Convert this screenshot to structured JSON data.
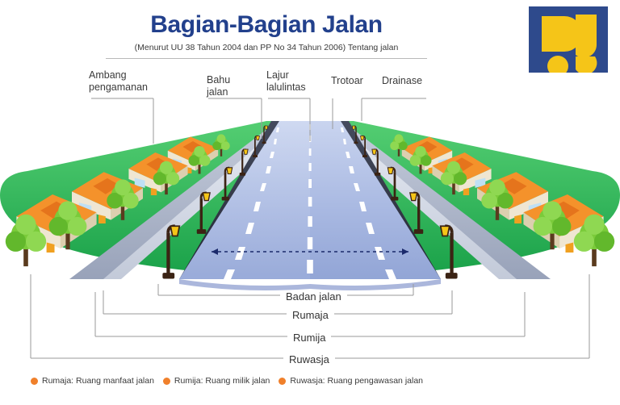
{
  "header": {
    "title": "Bagian-Bagian Jalan",
    "subtitle": "(Menurut UU 38 Tahun 2004 dan PP No 34 Tahun 2006) Tentang jalan",
    "title_color": "#22408C"
  },
  "logo": {
    "name": "bina-marga-logo",
    "background_color": "#2E4A8C",
    "mark_color": "#F5C518"
  },
  "callouts": [
    {
      "id": "ambang-pengamanan",
      "label": "Ambang\npengamanan"
    },
    {
      "id": "bahu-jalan",
      "label": "Bahu\njalan"
    },
    {
      "id": "lajur-lalulintas",
      "label": "Lajur\nlalulintas"
    },
    {
      "id": "trotoar",
      "label": "Trotoar"
    },
    {
      "id": "drainase",
      "label": "Drainase"
    }
  ],
  "brackets": [
    {
      "id": "badan-jalan",
      "label": "Badan jalan"
    },
    {
      "id": "rumaja",
      "label": "Rumaja"
    },
    {
      "id": "rumija",
      "label": "Rumija"
    },
    {
      "id": "ruwasja",
      "label": "Ruwasja"
    }
  ],
  "legend": {
    "bullet_color": "#F0802B",
    "items": [
      {
        "id": "rumaja",
        "text": "Rumaja: Ruang manfaat jalan"
      },
      {
        "id": "rumija",
        "text": "Rumija: Ruang milik jalan"
      },
      {
        "id": "ruwasja",
        "text": "Ruwasja: Ruang pengawasan jalan"
      }
    ]
  },
  "scene": {
    "colors": {
      "grass": "#3EBF63",
      "grass_dark": "#18A04A",
      "road_surface": "#A8B8E0",
      "road_surface_light": "#C2CEEC",
      "shoulder_dark": "#2A2E3C",
      "sidewalk": "#D8DDE9",
      "drainage": "#9AA4BD",
      "roof": "#F4922B",
      "roof_dark": "#E5741C",
      "wall": "#EFE6D2",
      "tree": "#6ECB3C",
      "lamp": "#3B2314",
      "marking": "#FFFFFF",
      "sky": "#FFFFFF"
    }
  }
}
